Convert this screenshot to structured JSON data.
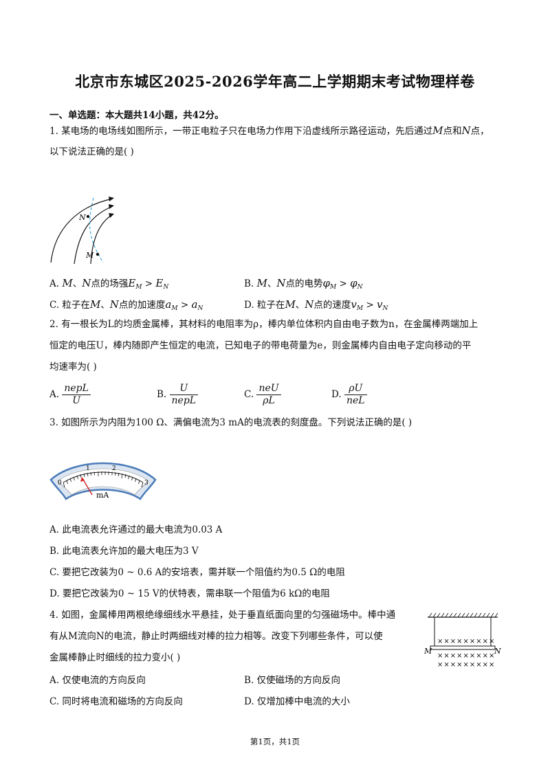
{
  "title": "北京市东城区2025-2026学年高二上学期期末考试物理样卷",
  "section": "一、单选题：本大题共14小题，共42分。",
  "q1": {
    "line1": "1. 某电场的电场线如图所示，一带正电粒子只在电场力作用下沿虚线所示路径运动，先后通过",
    "M": "M",
    "mid": "点和",
    "N": "N",
    "end": "点，",
    "line2": "以下说法正确的是(    )",
    "figure": {
      "label_N": "N",
      "label_M": "M"
    },
    "options": {
      "A": "A. M、N点的场强E_M > E_N",
      "B": "B. M、N点的电势φ_M > φ_N",
      "C": "C. 粒子在M、N点的加速度a_M > a_N",
      "D": "D. 粒子在M、N点的速度v_M > v_N"
    }
  },
  "q2": {
    "line1": "2. 有一根长为L的均质金属棒，其材料的电阻率为ρ，棒内单位体积内自由电子数为n，在金属棒两端加上",
    "line2": "恒定的电压U，棒内随即产生恒定的电流，已知电子的带电荷量为e，则金属棒内自由电子定向移动的平",
    "line3": "均速率为(    )",
    "options": {
      "A": {
        "label": "A.",
        "num": "nepL",
        "den": "U"
      },
      "B": {
        "label": "B.",
        "num": "U",
        "den": "nepL"
      },
      "C": {
        "label": "C.",
        "num": "neU",
        "den": "ρL"
      },
      "D": {
        "label": "D.",
        "num": "ρU",
        "den": "neL"
      }
    }
  },
  "q3": {
    "line1": "3. 如图所示为内阻为100 Ω、满偏电流为3 mA的电流表的刻度盘。下列说法正确的是(    )",
    "figure": {
      "ticks": [
        "0",
        "1",
        "2",
        "3"
      ],
      "unit": "mA"
    },
    "options": {
      "A": "A. 此电流表允许通过的最大电流为0.03 A",
      "B": "B. 此电流表允许加的最大电压为3 V",
      "C": "C. 要把它改装为0 ~ 0.6 A的安培表，需并联一个阻值约为0.5 Ω的电阻",
      "D": "D. 要把它改装为0 ~ 15 V的伏特表，需串联一个阻值为6 kΩ的电阻"
    }
  },
  "q4": {
    "line1": "4. 如图，金属棒用两根绝缘细线水平悬挂，处于垂直纸面向里的匀强磁场中。棒中通",
    "line2": "有从M流向N的电流，静止时两细线对棒的拉力相等。改变下列哪些条件，可以使",
    "line3": "金属棒静止时细线的拉力变小(    )",
    "figure": {
      "label_M": "M",
      "label_N": "N"
    },
    "options": {
      "A": "A. 仅使电流的方向反向",
      "B": "B. 仅使磁场的方向反向",
      "C": "C. 同时将电流和磁场的方向反向",
      "D": "D. 仅增加棒中电流的大小"
    }
  },
  "footer": "第1页，共1页"
}
